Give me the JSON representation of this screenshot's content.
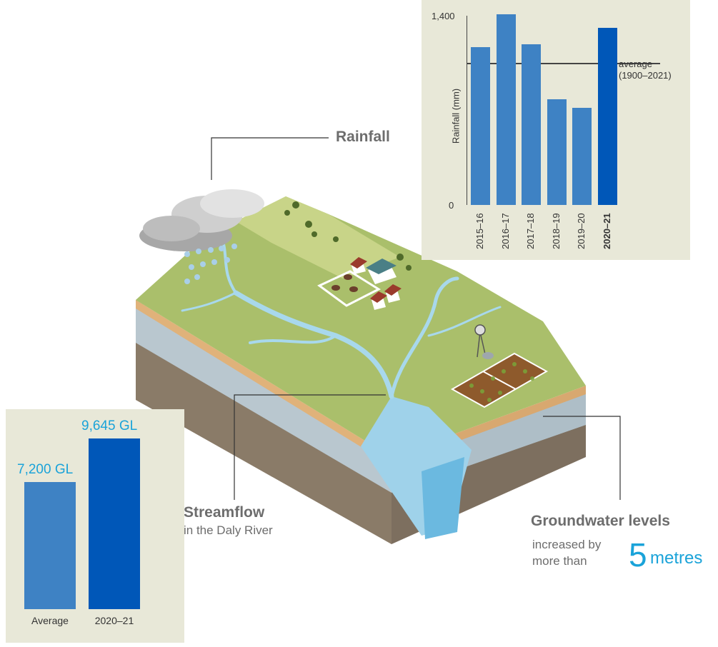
{
  "labels": {
    "rainfall": "Rainfall",
    "streamflow_title": "Streamflow",
    "streamflow_sub": "in the Daly River",
    "groundwater_title": "Groundwater levels",
    "groundwater_line1": "increased by",
    "groundwater_line2": "more than",
    "groundwater_value": "5",
    "groundwater_unit": "metres"
  },
  "colors": {
    "bar_regular": "#3e82c4",
    "bar_highlight": "#0057b8",
    "value_text": "#1aa3d9",
    "panel": "#e8e8d8"
  },
  "chart_data": [
    {
      "type": "bar",
      "categories": [
        "2015–16",
        "2016–17",
        "2017–18",
        "2018–19",
        "2019–20",
        "2020–21"
      ],
      "values": [
        1170,
        1410,
        1190,
        780,
        720,
        1310
      ],
      "highlight": "2020–21",
      "ylabel": "Rainfall (mm)",
      "ylim": [
        0,
        1400
      ],
      "yticks": [
        "0",
        "1,400"
      ],
      "reference_line": {
        "value": 1050,
        "label_line1": "average",
        "label_line2": "(1900–2021)"
      }
    },
    {
      "type": "bar",
      "categories": [
        "Average",
        "2020–21"
      ],
      "values": [
        7200,
        9645
      ],
      "value_labels": [
        "7,200 GL",
        "9,645 GL"
      ],
      "ylim": [
        0,
        10500
      ]
    }
  ]
}
